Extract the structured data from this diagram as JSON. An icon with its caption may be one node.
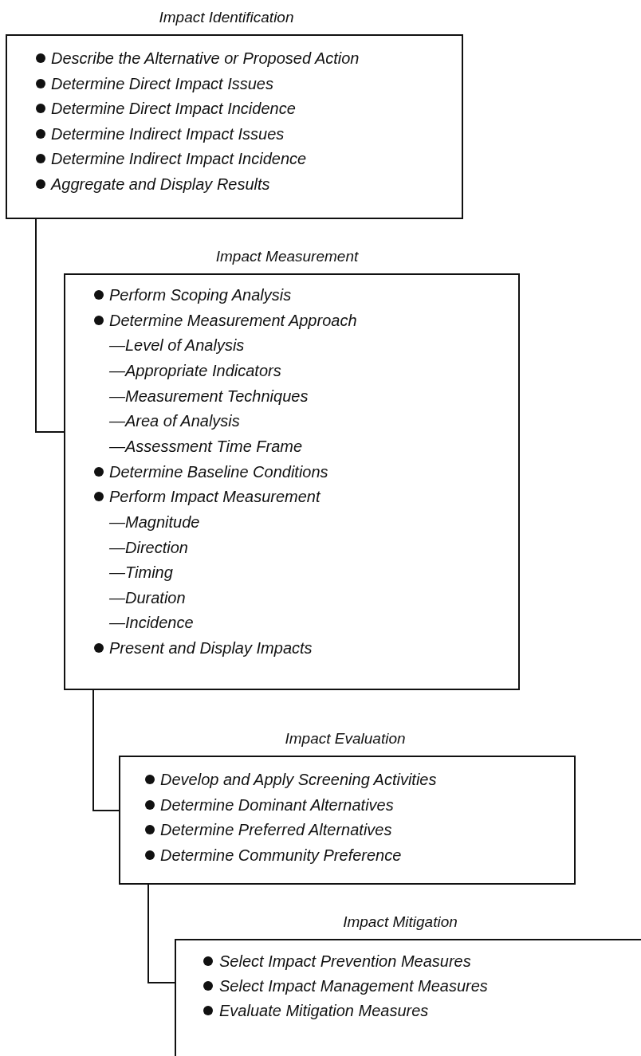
{
  "diagram": {
    "nodes": [
      {
        "text": [
          "Impact Identification",
          "Describe the Alternative or Proposed Action",
          "Determine Direct Impact Issues",
          "Determine Direct Impact Incidence",
          "Determine Indirect Impact Issues",
          "Determine Indirect Impact Incidence",
          "Aggregate and Display Results"
        ]
      },
      {
        "text": [
          "Impact Measurement",
          "Perform Scoping Analysis",
          "Determine Measurement Approach",
          "—Level of Analysis",
          "—Appropriate Indicators",
          "—Measurement Techniques",
          "—Area of Analysis",
          "—Assessment Time Frame",
          "Determine Baseline Conditions",
          "Perform Impact Measurement",
          "—Magnitude",
          "—Direction",
          "—Timing",
          "—Duration",
          "—Incidence",
          "Present and Display Impacts"
        ]
      },
      {
        "text": [
          "Impact Evaluation",
          "Develop and Apply Screening Activities",
          "Determine Dominant Alternatives",
          "Determine Preferred Alternatives",
          "Determine Community Preference"
        ]
      },
      {
        "text": [
          "Impact Mitigation",
          "Select Impact Prevention Measures",
          "Select Impact Management Measures",
          "Evaluate Mitigation Measures"
        ]
      }
    ],
    "edges": [
      {
        "from": 0,
        "to": 1,
        "arrow": "none"
      },
      {
        "from": 1,
        "to": 2,
        "arrow": "none"
      },
      {
        "from": 2,
        "to": 3,
        "arrow": "none"
      }
    ]
  }
}
